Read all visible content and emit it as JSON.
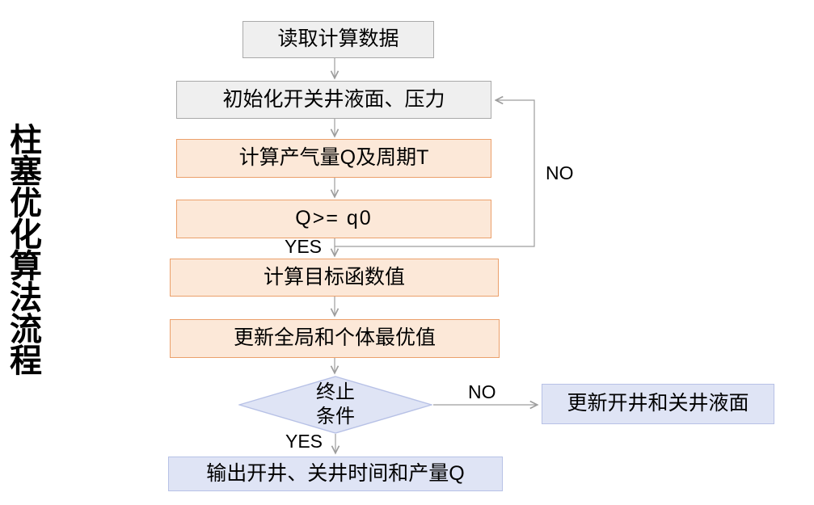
{
  "title": {
    "text": "柱塞优化算法流程"
  },
  "nodes": {
    "read_data": {
      "label": "读取计算数据",
      "type": "process",
      "color_key": "gray"
    },
    "init": {
      "label": "初始化开关井液面、压力",
      "type": "process",
      "color_key": "gray"
    },
    "compute_q": {
      "label": "计算产气量Q及周期T",
      "type": "process",
      "color_key": "orange"
    },
    "check_q": {
      "label": "Q>= q0",
      "type": "condition",
      "color_key": "orange"
    },
    "objective": {
      "label": "计算目标函数值",
      "type": "process",
      "color_key": "orange"
    },
    "update_best": {
      "label": "更新全局和个体最优值",
      "type": "process",
      "color_key": "orange"
    },
    "terminate": {
      "line1": "终止",
      "line2": "条件",
      "type": "decision",
      "color_key": "blue"
    },
    "output": {
      "label": "输出开井、关井时间和产量Q",
      "type": "process",
      "color_key": "blue"
    },
    "update_levels": {
      "label": "更新开井和关井液面",
      "type": "process",
      "color_key": "blue"
    }
  },
  "edges": {
    "check_q_yes": {
      "label": "YES",
      "from": "check_q",
      "to": "objective"
    },
    "check_q_no": {
      "label": "NO",
      "from": "check_q",
      "to": "init"
    },
    "terminate_no": {
      "label": "NO",
      "from": "terminate",
      "to": "update_levels"
    },
    "terminate_yes": {
      "label": "YES",
      "from": "terminate",
      "to": "output"
    }
  },
  "colors": {
    "gray_fill": "#efefef",
    "gray_border": "#a9a9a9",
    "orange_fill": "#fce8d8",
    "orange_border": "#eba06b",
    "blue_fill": "#dfe4f5",
    "blue_border": "#b7c1e6",
    "connector": "#9d9d9d",
    "text": "#000000"
  }
}
